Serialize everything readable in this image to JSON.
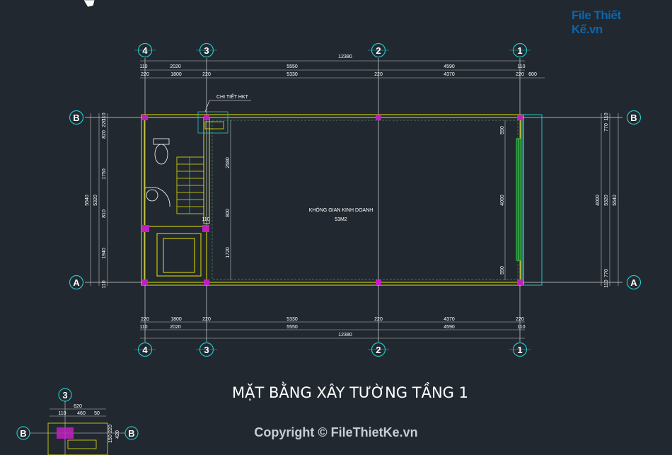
{
  "drawing": {
    "title": "MẶT BẰNG XÂY TƯỜNG TẦNG 1",
    "copyright": "Copyright © FileThietKe.vn",
    "watermark": {
      "brand": "File Thiết Kế",
      "suffix": ".vn"
    },
    "room_label": "KHÔNG GIAN KINH DOANH",
    "room_area": "53M2",
    "detail_label": "CHI TIẾT HKT",
    "axes_columns": [
      "4",
      "3",
      "2",
      "1"
    ],
    "axes_rows": [
      "B",
      "A"
    ],
    "dims_top": {
      "total": "12380",
      "row1": [
        "110",
        "2020",
        "5550",
        "4590",
        "110"
      ],
      "row2": [
        "220",
        "1800",
        "220",
        "5330",
        "220",
        "4370",
        "220",
        "600"
      ]
    },
    "dims_bottom": {
      "total": "12380",
      "row1": [
        "220",
        "1800",
        "220",
        "5330",
        "220",
        "4370",
        "220"
      ],
      "row2": [
        "110",
        "2020",
        "5550",
        "4590",
        "110"
      ]
    },
    "dims_left": {
      "total": "5540",
      "inner": "5320",
      "segments": [
        "110",
        "220",
        "820",
        "1750",
        "810",
        "1940",
        "110"
      ]
    },
    "dims_right": {
      "total": "5540",
      "inner": "5320",
      "segments": [
        "110",
        "770",
        "4000",
        "770",
        "110"
      ]
    },
    "interior_dims": [
      "2580",
      "800",
      "1720",
      "110",
      "550",
      "4000",
      "550"
    ],
    "detail": {
      "axis": "3",
      "rows": [
        "B",
        "B"
      ],
      "dims_top": [
        "620",
        "110",
        "460",
        "50"
      ],
      "dims_side": [
        "150",
        "220",
        "420"
      ]
    }
  }
}
